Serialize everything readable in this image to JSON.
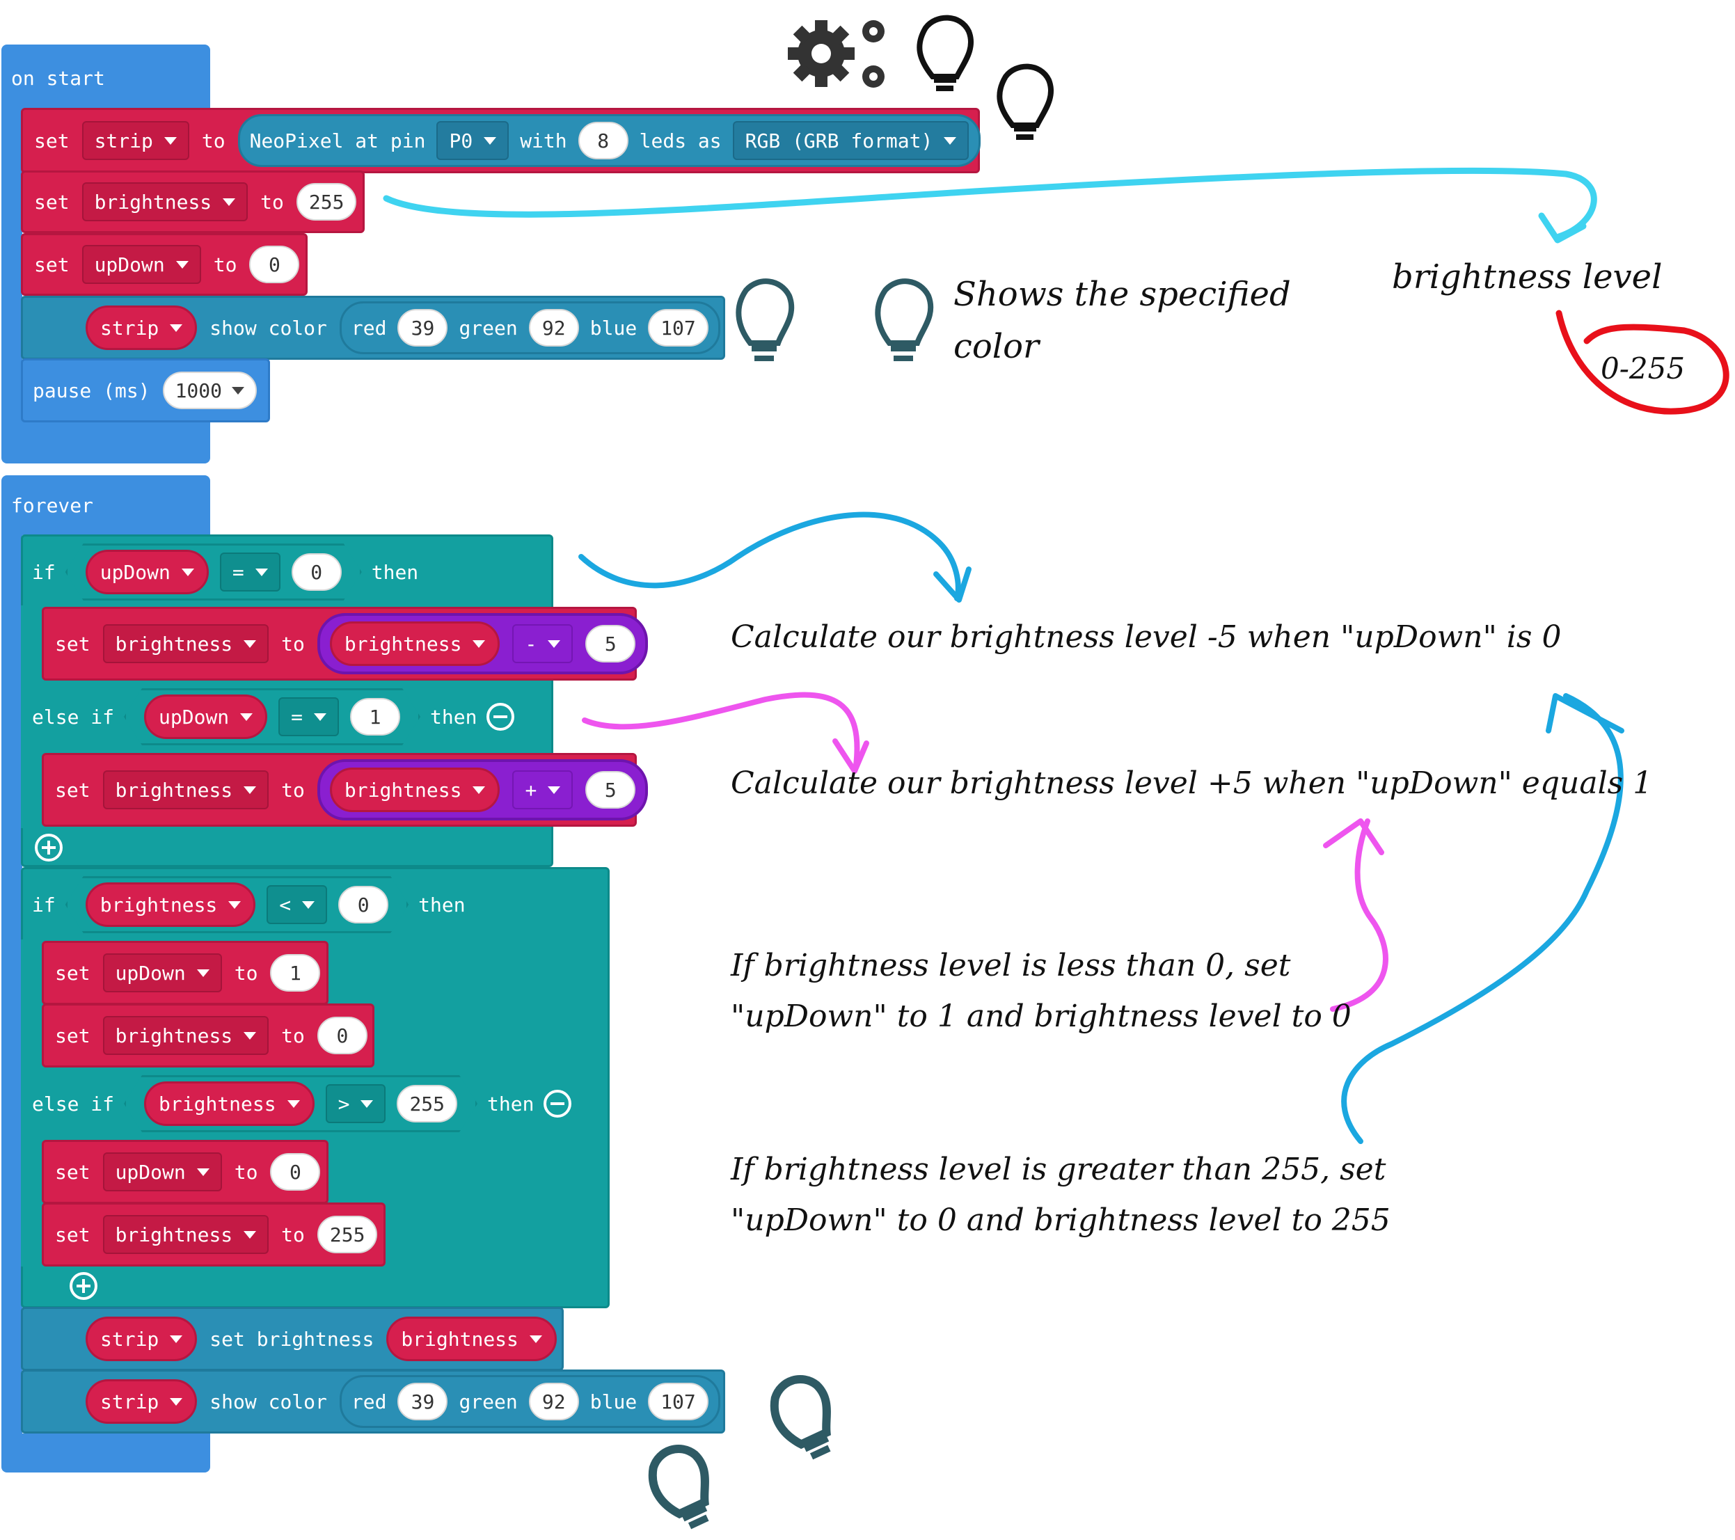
{
  "on_start": {
    "header": "on start",
    "set_label": "set",
    "to_label": "to",
    "strip_var": "strip",
    "neopixel_label": "NeoPixel at pin",
    "pin": "P0",
    "with_label": "with",
    "led_count": "8",
    "leds_as_label": "leds as",
    "mode": "RGB (GRB format)",
    "brightness_var": "brightness",
    "brightness_value": "255",
    "updown_var": "upDown",
    "updown_value": "0",
    "show_color_label": "show color",
    "red_label": "red",
    "red_value": "39",
    "green_label": "green",
    "green_value": "92",
    "blue_label": "blue",
    "blue_value": "107",
    "pause_label": "pause (ms)",
    "pause_value": "1000"
  },
  "forever": {
    "header": "forever",
    "if_label": "if",
    "else_if_label": "else if",
    "then_label": "then",
    "set_label": "set",
    "to_label": "to",
    "updown_var": "upDown",
    "brightness_var": "brightness",
    "strip_var": "strip",
    "eq_op": "=",
    "lt_op": "<",
    "gt_op": ">",
    "minus_op": "-",
    "plus_op": "+",
    "v0": "0",
    "v1": "1",
    "v5": "5",
    "v255": "255",
    "set_brightness_label": "set brightness",
    "show_color_label": "show color",
    "red_label": "red",
    "red_value": "39",
    "green_label": "green",
    "green_value": "92",
    "blue_label": "blue",
    "blue_value": "107"
  },
  "notes": {
    "shows_color_line1": "Shows the specified",
    "shows_color_line2": "color",
    "brightness_level": "brightness level",
    "range": "0-255",
    "calc_minus": "Calculate our brightness level -5 when \"upDown\" is 0",
    "calc_plus": "Calculate our brightness level +5 when \"upDown\" equals 1",
    "less_line1": "If brightness level is less than 0, set",
    "less_line2": "\"upDown\" to 1 and brightness level to 0",
    "greater_line1": "If brightness level is greater than 255, set",
    "greater_line2": "\"upDown\" to 0 and brightness level to 255"
  },
  "colors": {
    "event": "#3d8fe0",
    "variables": "#d61f4e",
    "logic": "#13a0a0",
    "neopixel": "#2a8fb5",
    "math": "#8a1fd0",
    "arrow_cyan": "#3fd3f0",
    "arrow_blue": "#1ba7e0",
    "arrow_magenta": "#ee55ee",
    "circle_red": "#e8101a",
    "icon_dark": "#2e5a64"
  },
  "icons": [
    "gears-icon",
    "lightbulb-icon"
  ]
}
